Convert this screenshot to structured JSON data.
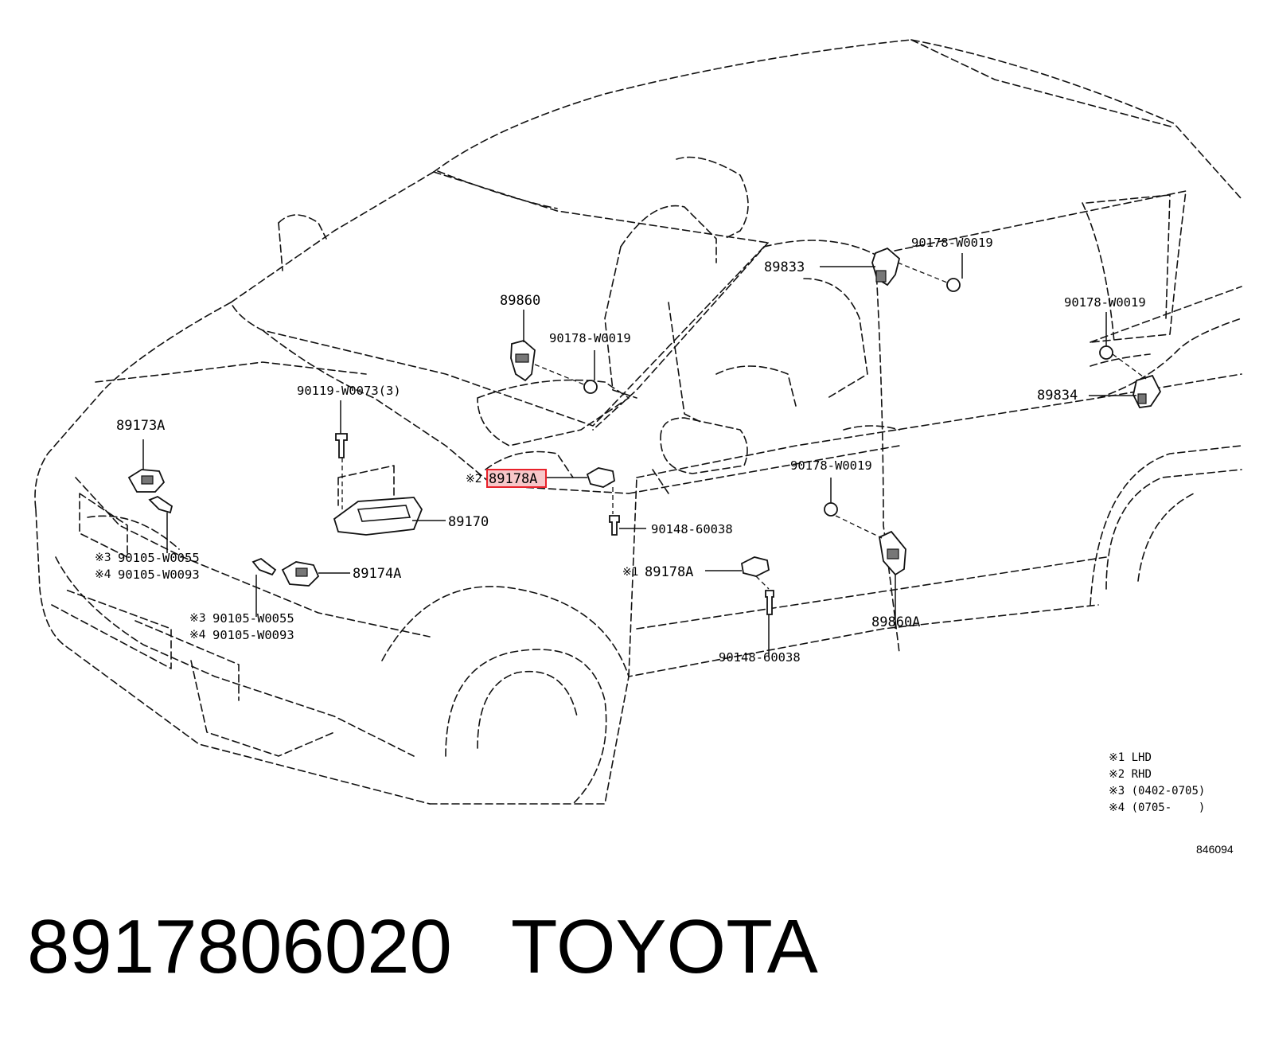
{
  "labels": {
    "p89860": "89860",
    "p89860A": "89860A",
    "p89833": "89833",
    "p89834": "89834",
    "p89170": "89170",
    "p89173A": "89173A",
    "p89174A": "89174A",
    "p89178A_rhd": "89178A",
    "p89178A_lhd": "89178A",
    "w0019_a": "90178-W0019",
    "w0019_b": "90178-W0019",
    "w0019_c": "90178-W0019",
    "w0019_d": "90178-W0019",
    "w0073": "90119-W0073(3)",
    "s60038_a": "90148-60038",
    "s60038_b": "90148-60038",
    "w0055_a": "90105-W0055",
    "w0093_a": "90105-W0093",
    "w0055_b": "90105-W0055",
    "w0093_b": "90105-W0093"
  },
  "marks": {
    "m1": "※1",
    "m2": "※2",
    "m3": "※3",
    "m4": "※4"
  },
  "notes": [
    "※1 LHD",
    "※2 RHD",
    "※3 (0402-0705)",
    "※4 (0705-    )"
  ],
  "doc_number": "846094",
  "caption": {
    "part_number": "8917806020",
    "brand": "TOYOTA"
  },
  "colors": {
    "highlight": "#e8212a",
    "highlight_fill": "#f7c7c9"
  }
}
